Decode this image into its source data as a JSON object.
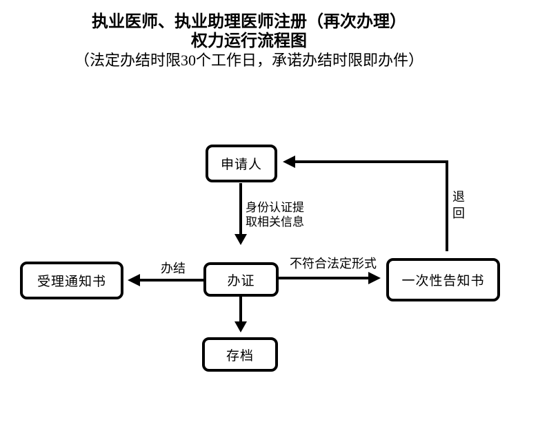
{
  "title": {
    "line1": "执业医师、执业助理医师注册（再次办理）",
    "line2": "权力运行流程图",
    "line3": "（法定办结时限30个工作日，承诺办结时限即办件）"
  },
  "flowchart": {
    "type": "flowchart",
    "colors": {
      "line": "#000000",
      "box_border": "#000000",
      "box_fill": "#ffffff",
      "text": "#000000",
      "background": "#ffffff"
    },
    "nodes": [
      {
        "id": "applicant",
        "label": "申请人"
      },
      {
        "id": "process",
        "label": "办证"
      },
      {
        "id": "acceptance",
        "label": "受理通知书"
      },
      {
        "id": "onetime",
        "label": "一次性告知书"
      },
      {
        "id": "archive",
        "label": "存档"
      }
    ],
    "edges": [
      {
        "from": "applicant",
        "to": "process",
        "label": "身份认证提取相关信息"
      },
      {
        "from": "process",
        "to": "acceptance",
        "label": "办结"
      },
      {
        "from": "process",
        "to": "onetime",
        "label": "不符合法定形式"
      },
      {
        "from": "onetime",
        "to": "applicant",
        "label": "退回"
      },
      {
        "from": "process",
        "to": "archive",
        "label": ""
      }
    ]
  }
}
